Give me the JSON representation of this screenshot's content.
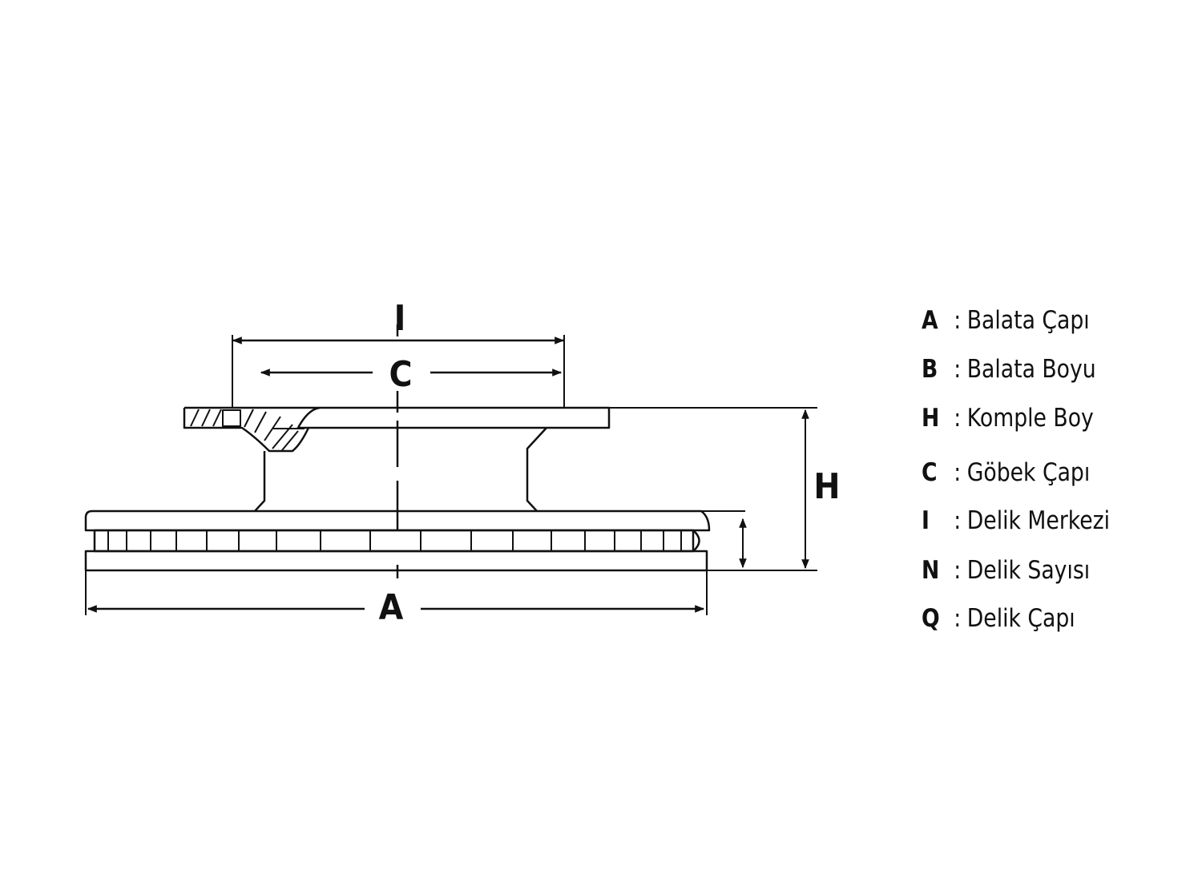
{
  "dimensions": {
    "A": "A",
    "C": "C",
    "H": "H",
    "I": "I"
  },
  "legend": [
    {
      "key": "A",
      "sep": ":",
      "text": "Balata Çapı"
    },
    {
      "key": "B",
      "sep": ":",
      "text": "Balata Boyu"
    },
    {
      "key": "H",
      "sep": ":",
      "text": "Komple Boy"
    },
    {
      "key": "C",
      "sep": ":",
      "text": "Göbek Çapı"
    },
    {
      "key": "I",
      "sep": ":",
      "text": "Delik Merkezi"
    },
    {
      "key": "N",
      "sep": ":",
      "text": "Delik Sayısı"
    },
    {
      "key": "Q",
      "sep": ":",
      "text": "Delik Çapı"
    }
  ],
  "colors": {
    "line": "#111111",
    "background": "#ffffff"
  }
}
